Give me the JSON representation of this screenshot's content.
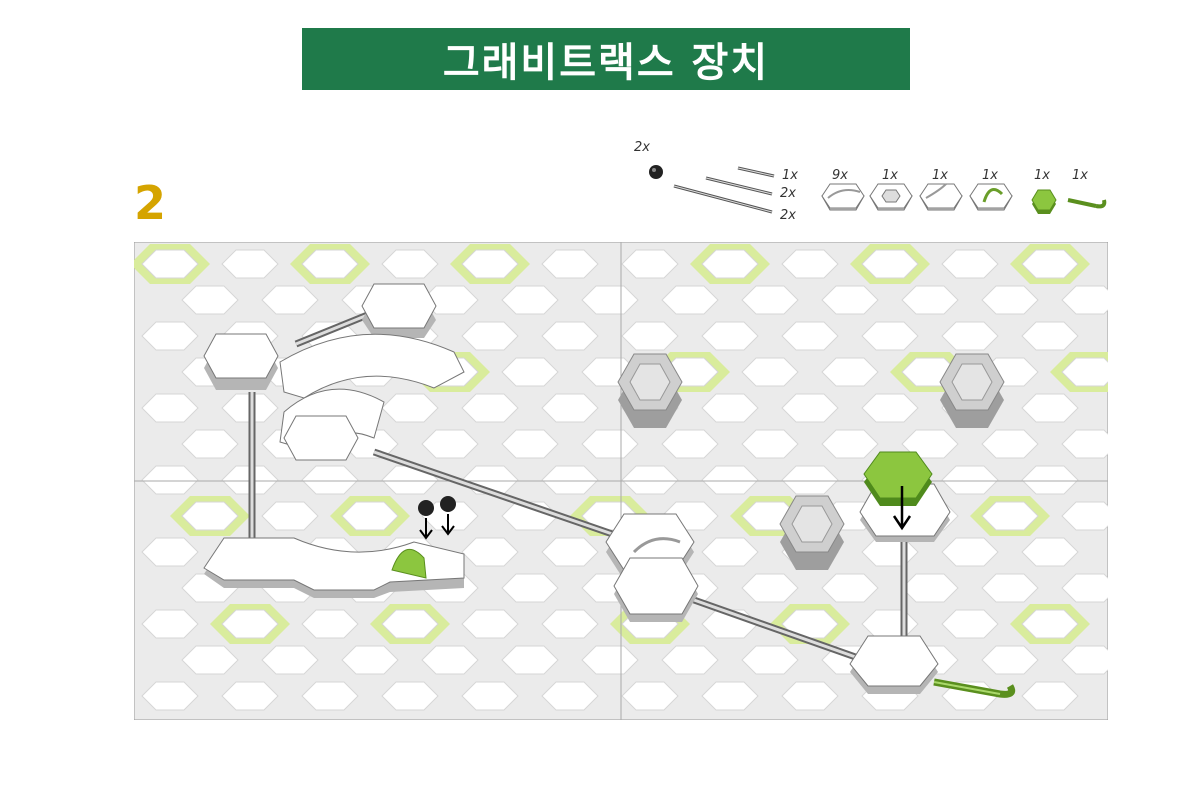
{
  "title": "그래비트랙스 장치",
  "step_number": "2",
  "colors": {
    "title_bg": "#1f7a4a",
    "step_number": "#d5a400",
    "accent_green": "#8cc63f",
    "highlight_green": "#d9ec9c",
    "board_bg": "#ebebeb",
    "tile_white": "#ffffff",
    "tile_stack": "#bdbdbd"
  },
  "parts": [
    {
      "id": "marble",
      "qty": "2x",
      "icon": "marble-icon"
    },
    {
      "id": "rail-short",
      "qty": "1x",
      "icon": "short-rail-icon"
    },
    {
      "id": "rail-medium",
      "qty": "2x",
      "icon": "medium-rail-icon"
    },
    {
      "id": "rail-long",
      "qty": "2x",
      "icon": "long-rail-icon"
    },
    {
      "id": "curve-tile",
      "qty": "9x",
      "icon": "curve-tile-icon"
    },
    {
      "id": "catcher-tile",
      "qty": "1x",
      "icon": "catcher-tile-icon"
    },
    {
      "id": "junction-tile",
      "qty": "1x",
      "icon": "junction-tile-icon"
    },
    {
      "id": "launch-tile",
      "qty": "1x",
      "icon": "launch-tile-icon"
    },
    {
      "id": "green-tile",
      "qty": "1x",
      "icon": "green-hex-tile-icon"
    },
    {
      "id": "goal-rail",
      "qty": "1x",
      "icon": "goal-rail-icon"
    }
  ]
}
